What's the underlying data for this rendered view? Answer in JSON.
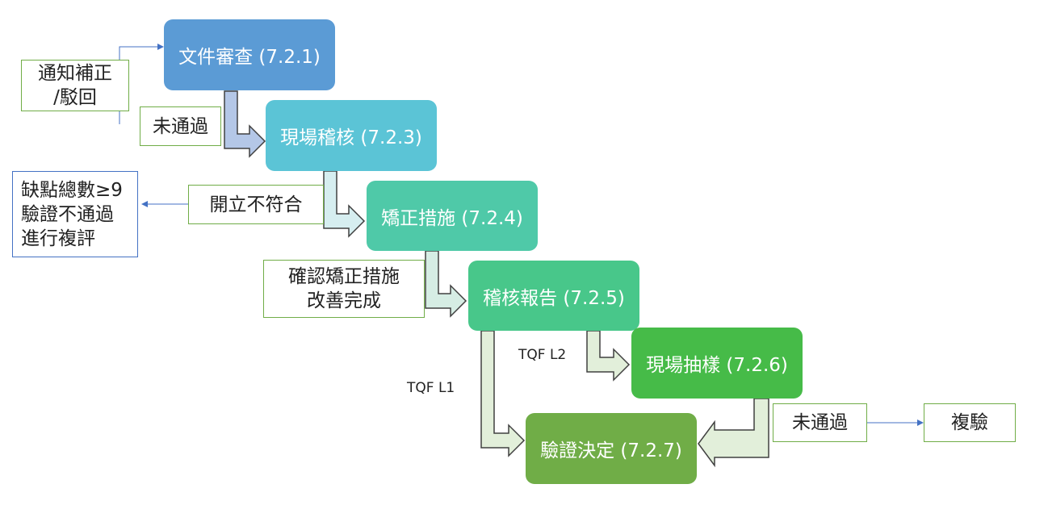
{
  "steps": {
    "doc_review": {
      "label": "文件審查 (7.2.1)",
      "color": "#5b9bd5"
    },
    "onsite_audit": {
      "label": "現場稽核 (7.2.3)",
      "color": "#5bc4d6"
    },
    "corrective": {
      "label": "矯正措施 (7.2.4)",
      "color": "#4fc9a8"
    },
    "audit_report": {
      "label": "稽核報告 (7.2.5)",
      "color": "#48c78a"
    },
    "onsite_sampling": {
      "label": "現場抽樣 (7.2.6)",
      "color": "#46bb48"
    },
    "decision": {
      "label": "驗證決定 (7.2.7)",
      "color": "#70ad47"
    }
  },
  "notes": {
    "notify": {
      "line1": "通知補正",
      "line2": "/駁回"
    },
    "fail_1": "未通過",
    "nonconformity": "開立不符合",
    "defects": {
      "line1": "缺點總數≥9",
      "line2": "驗證不通過",
      "line3": "進行複評"
    },
    "confirm": {
      "line1": "確認矯正措施",
      "line2": "改善完成"
    },
    "fail_2": "未通過",
    "reinspect": "複驗"
  },
  "branch_labels": {
    "l1": "TQF L1",
    "l2": "TQF L2"
  }
}
